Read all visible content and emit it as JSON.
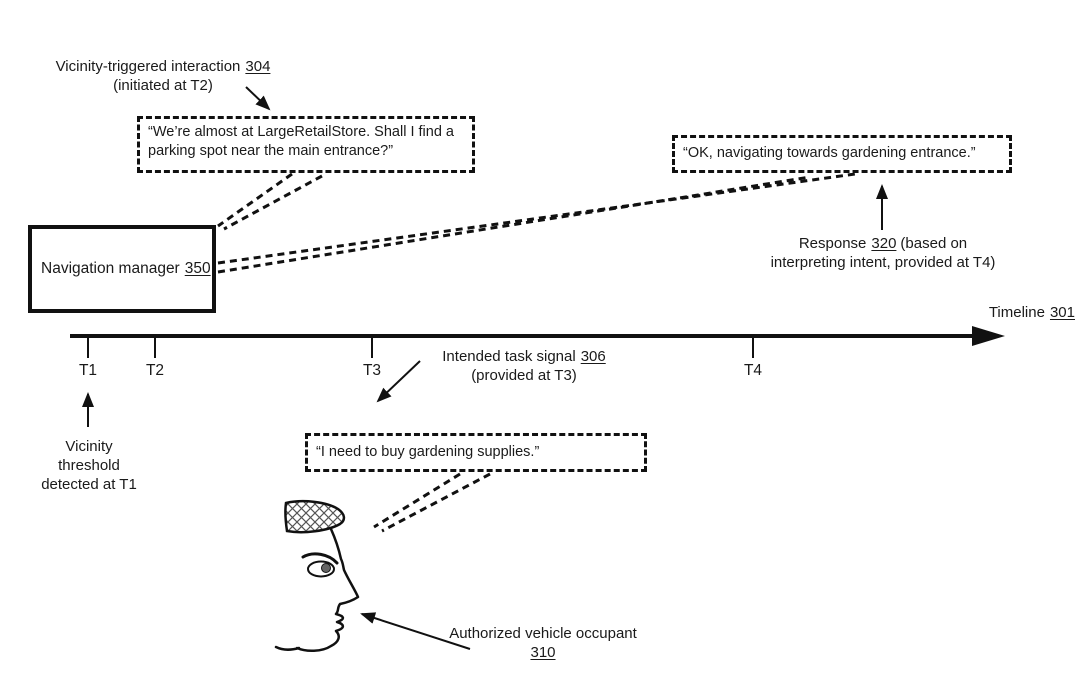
{
  "labels": {
    "vicinity_interaction": {
      "text": "Vicinity-triggered interaction",
      "ref": "304",
      "sub": "(initiated at T2)"
    },
    "response": {
      "text": "Response",
      "ref": "320",
      "suffix": "(based on",
      "line2": "interpreting intent, provided at T4)"
    },
    "timeline": {
      "text": "Timeline",
      "ref": "301"
    },
    "intended_task": {
      "text": "Intended task signal",
      "ref": "306",
      "sub": "(provided at T3)"
    },
    "vicinity_threshold": {
      "line1": "Vicinity",
      "line2": "threshold",
      "line3": "detected at T1"
    },
    "occupant": {
      "text": "Authorized vehicle occupant",
      "ref": "310"
    },
    "nav_manager": {
      "text": "Navigation manager",
      "ref": "350"
    }
  },
  "speech_bubbles": {
    "parking": {
      "line1": "“We’re almost at LargeRetailStore. Shall I find a",
      "line2": "parking spot near the main entrance?”"
    },
    "ok_nav": {
      "text": "“OK, navigating towards gardening entrance.”"
    },
    "gardening": {
      "text": "“I need to buy gardening supplies.”"
    }
  },
  "timeline_ticks": {
    "t1": "T1",
    "t2": "T2",
    "t3": "T3",
    "t4": "T4"
  },
  "colors": {
    "ink": "#111111",
    "background": "#ffffff"
  }
}
